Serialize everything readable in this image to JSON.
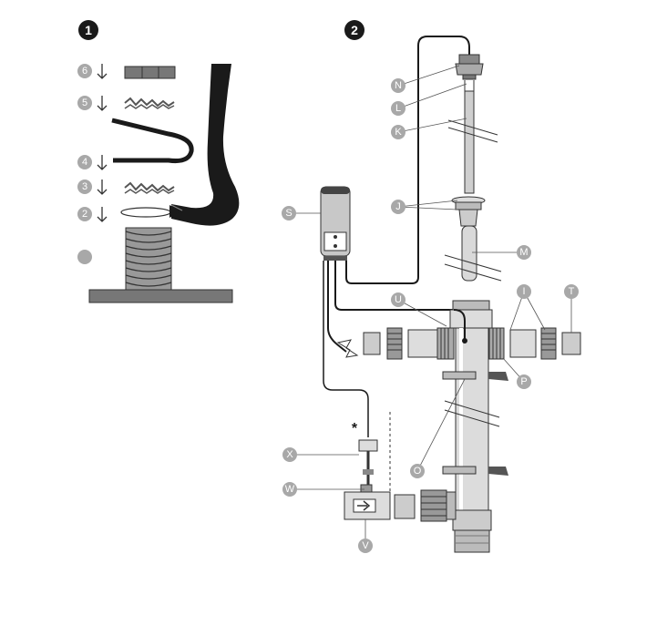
{
  "diagram": {
    "steps": {
      "one": "1",
      "two": "2"
    },
    "seal_sequence": [
      "6",
      "5",
      "4",
      "3",
      "2"
    ],
    "assembly_parts": [
      "N",
      "L",
      "K",
      "J",
      "M",
      "S",
      "U",
      "I",
      "T",
      "P",
      "O",
      "X",
      "W",
      "V"
    ],
    "asterisk": "*"
  }
}
